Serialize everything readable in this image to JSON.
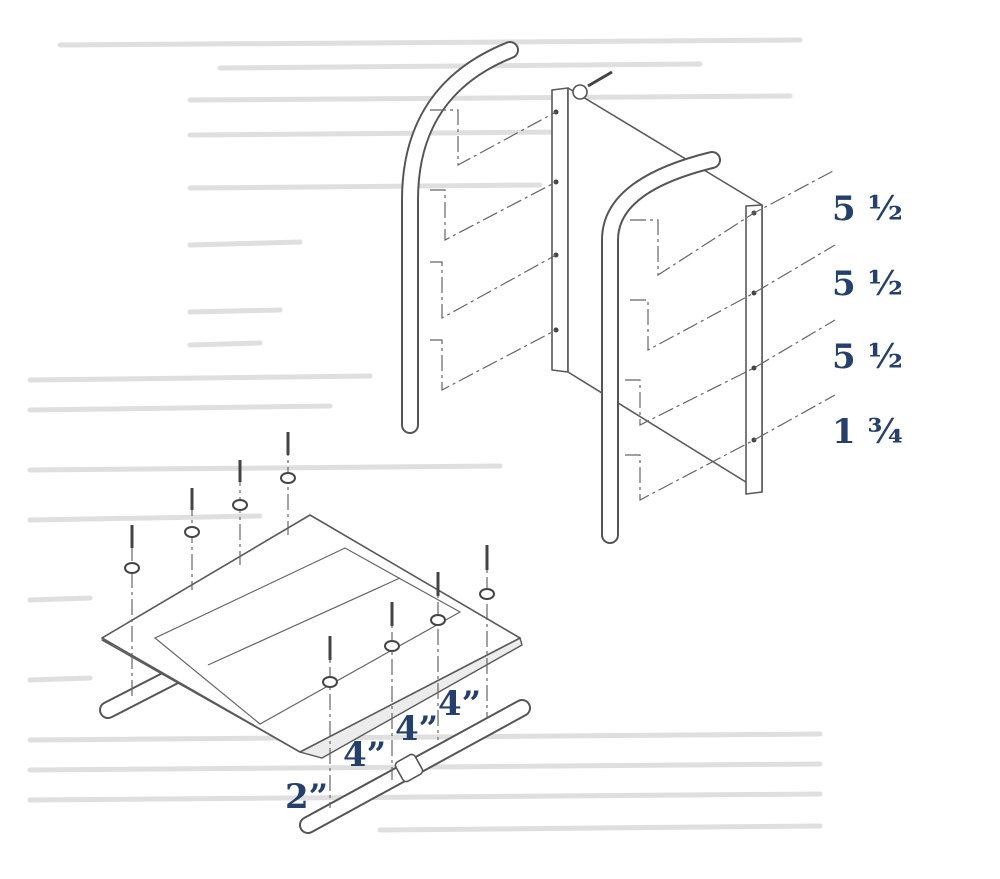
{
  "colors": {
    "dimension_text": "#24406b",
    "line_art": "#5a5a5a",
    "background": "#ffffff"
  },
  "back_dimensions": [
    "5 ½",
    "5 ½",
    "5 ½",
    "1 ¾"
  ],
  "seat_dimensions": [
    "4”",
    "4”",
    "4”",
    "2”"
  ]
}
